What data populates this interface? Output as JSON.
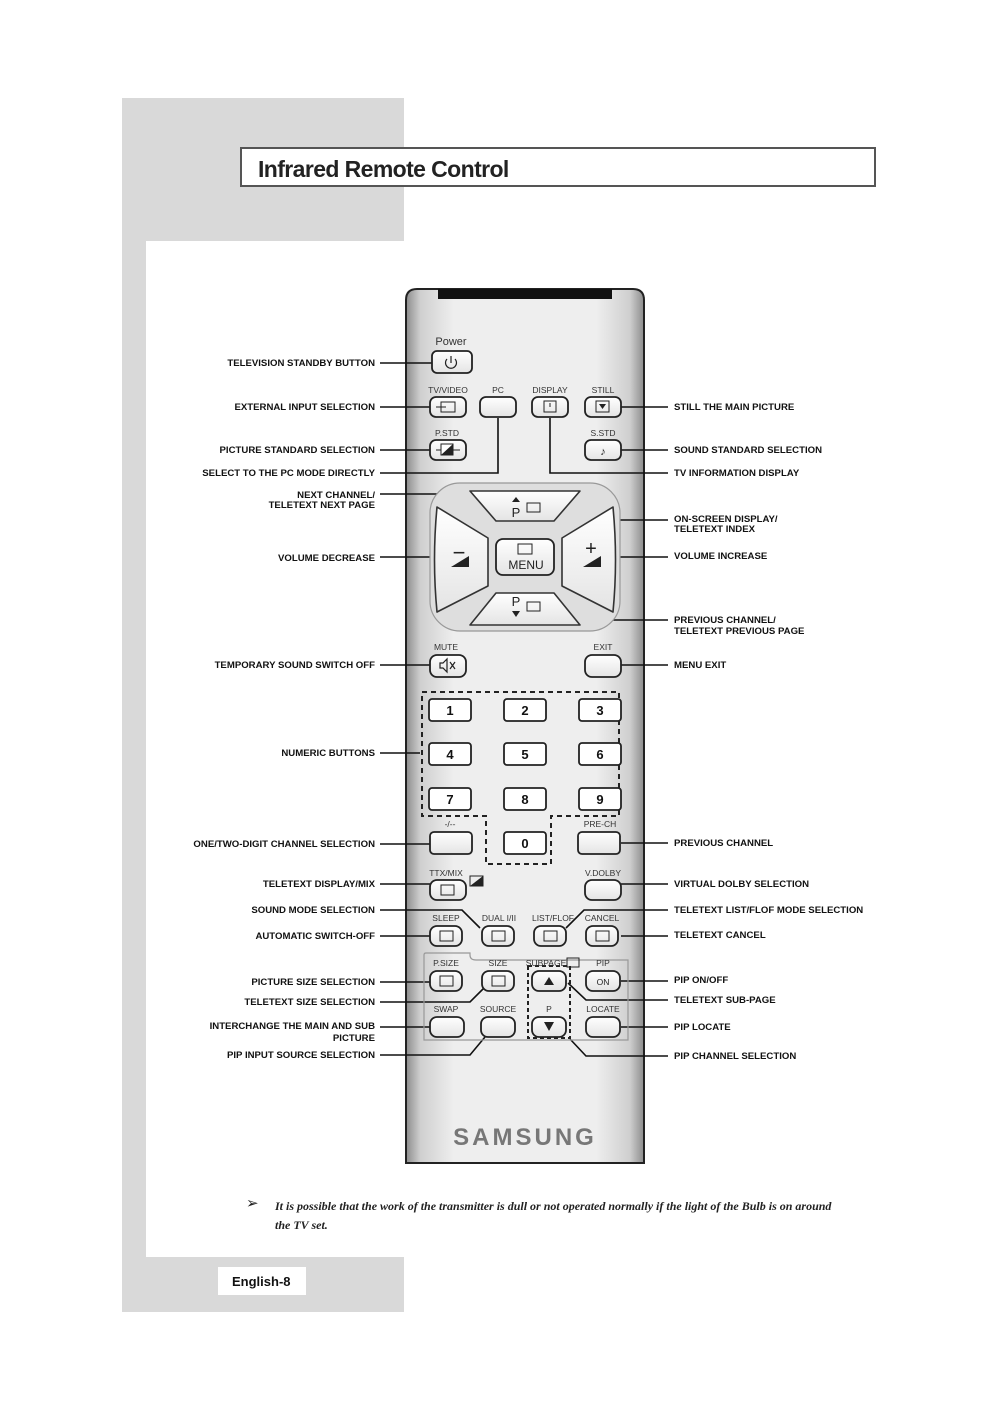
{
  "page": {
    "title": "Infrared Remote Control",
    "footer": "English-8",
    "note_arrow": "➢",
    "note": "It is possible that the work of the transmitter is dull or not operated normally if the light of the Bulb is on around the TV set."
  },
  "remote": {
    "brand": "SAMSUNG",
    "buttons": {
      "power": "Power",
      "tv_video": "TV/VIDEO",
      "pc": "PC",
      "display": "DISPLAY",
      "still": "STILL",
      "p_std": "P.STD",
      "s_std": "S.STD",
      "channel_up": "P",
      "channel_down": "P",
      "menu": "MENU",
      "vol_down": "−",
      "vol_up": "+",
      "mute": "MUTE",
      "exit": "EXIT",
      "digits": [
        "1",
        "2",
        "3",
        "4",
        "5",
        "6",
        "7",
        "8",
        "9",
        "0"
      ],
      "dash": "-/--",
      "pre_ch": "PRE-CH",
      "ttx_mix": "TTX/MIX",
      "v_dolby": "V.DOLBY",
      "sleep": "SLEEP",
      "dual": "DUAL I/II",
      "list_flof": "LIST/FLOF",
      "cancel": "CANCEL",
      "p_size": "P.SIZE",
      "size": "SIZE",
      "subpage": "SUBPAGE",
      "pip": "PIP",
      "pip_on": "ON",
      "swap": "SWAP",
      "source": "SOURCE",
      "pip_p": "P",
      "locate": "LOCATE"
    }
  },
  "labels_left": [
    "TELEVISION STANDBY BUTTON",
    "EXTERNAL INPUT SELECTION",
    "PICTURE STANDARD SELECTION",
    "SELECT TO THE PC MODE DIRECTLY",
    "NEXT CHANNEL/",
    "TELETEXT NEXT PAGE",
    "VOLUME DECREASE",
    "TEMPORARY SOUND SWITCH OFF",
    "NUMERIC BUTTONS",
    "ONE/TWO-DIGIT CHANNEL SELECTION",
    "TELETEXT DISPLAY/MIX",
    "SOUND MODE SELECTION",
    "AUTOMATIC SWITCH-OFF",
    "PICTURE SIZE SELECTION",
    "TELETEXT SIZE SELECTION",
    "INTERCHANGE THE MAIN AND SUB",
    "PICTURE",
    "PIP INPUT SOURCE SELECTION"
  ],
  "labels_right": [
    "STILL THE MAIN PICTURE",
    "SOUND STANDARD SELECTION",
    "TV INFORMATION DISPLAY",
    "ON-SCREEN DISPLAY/",
    "TELETEXT INDEX",
    "VOLUME INCREASE",
    "PREVIOUS CHANNEL/",
    "TELETEXT PREVIOUS PAGE",
    "MENU EXIT",
    "PREVIOUS CHANNEL",
    "VIRTUAL DOLBY SELECTION",
    "TELETEXT LIST/FLOF MODE SELECTION",
    "TELETEXT CANCEL",
    "PIP ON/OFF",
    "TELETEXT SUB-PAGE",
    "PIP LOCATE",
    "PIP CHANNEL SELECTION"
  ]
}
